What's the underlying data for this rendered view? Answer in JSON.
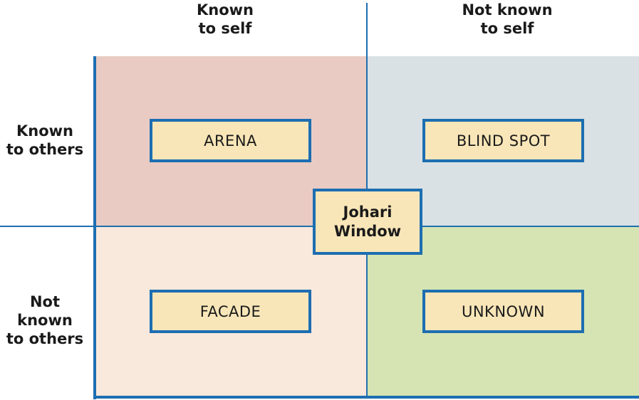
{
  "columns": {
    "known_to_self": "Known\nto self",
    "not_known_to_self": "Not known\nto self"
  },
  "rows": {
    "known_to_others": "Known\nto others",
    "not_known_to_others": "Not known\nto others"
  },
  "quadrants": {
    "arena": "ARENA",
    "blind_spot": "BLIND SPOT",
    "facade": "FACADE",
    "unknown": "UNKNOWN"
  },
  "center_label": "Johari\nWindow",
  "colors": {
    "arena": "#e9cbc3",
    "blind_spot": "#d9e1e4",
    "facade": "#f9e8dc",
    "unknown": "#d5e4b2",
    "box_fill": "#f8e6b8",
    "lines": "#1d6eb1"
  }
}
